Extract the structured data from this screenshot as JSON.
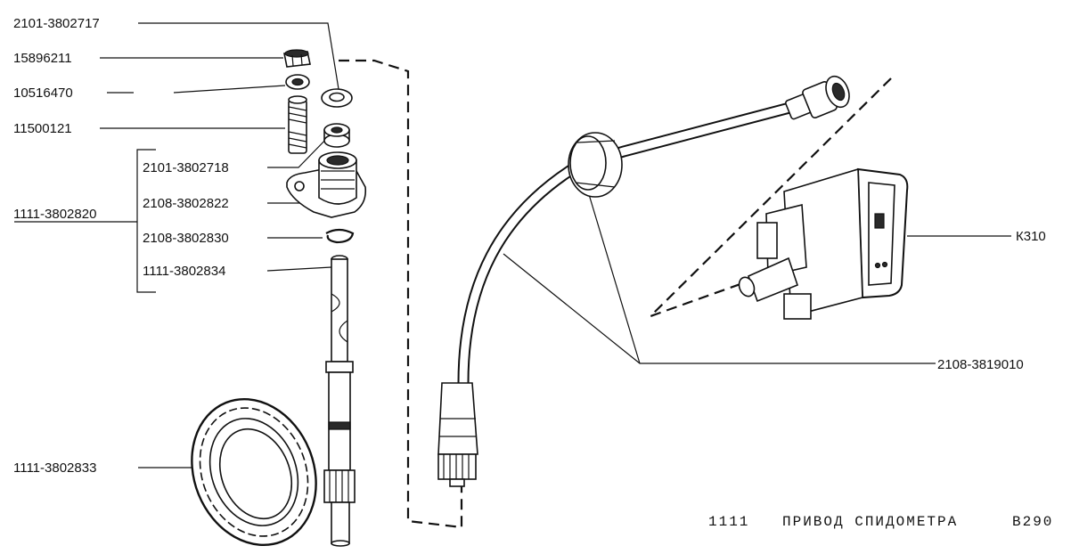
{
  "labels": {
    "p_2101_3802717": "2101-3802717",
    "p_15896211": "15896211",
    "p_10516470": "10516470",
    "p_11500121": "11500121",
    "p_2101_3802718": "2101-3802718",
    "p_1111_3802820": "1111-3802820",
    "p_2108_3802822": "2108-3802822",
    "p_2108_3802830": "2108-3802830",
    "p_1111_3802834": "1111-3802834",
    "p_1111_3802833": "1111-3802833",
    "p_k310": "К310",
    "p_2108_3819010": "2108-3819010"
  },
  "caption": {
    "model": "1111",
    "title": "ПРИВОД СПИДОМЕТРА",
    "sheet": "B290"
  }
}
